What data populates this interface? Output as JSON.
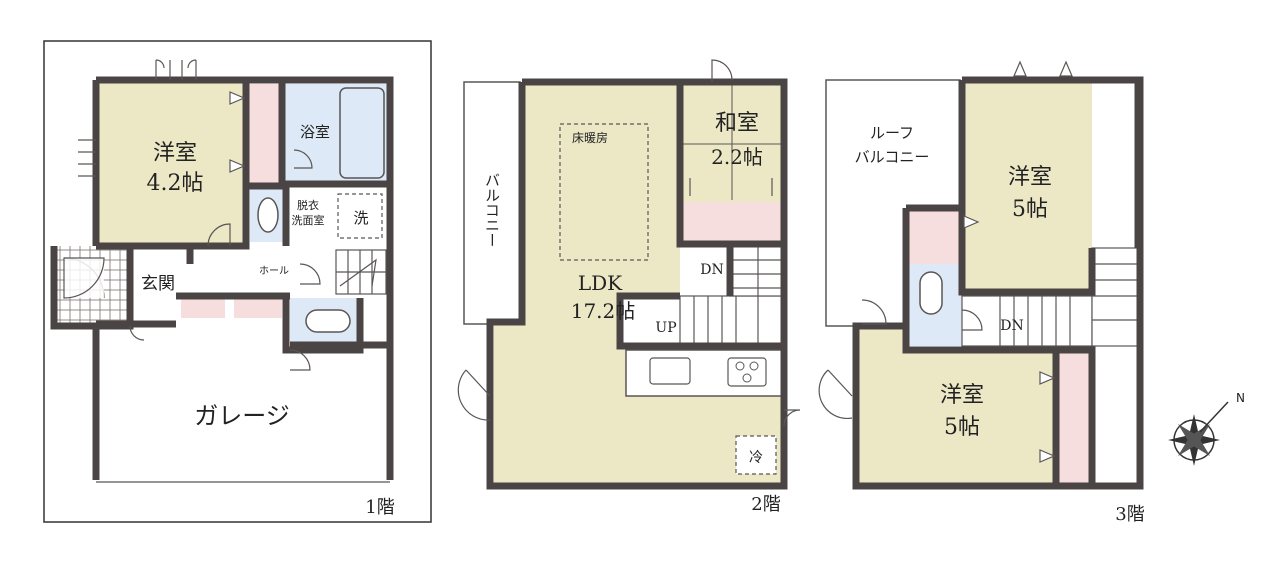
{
  "colors": {
    "wall": "#4a4444",
    "room": "#ece8c6",
    "wet": "#dde9f6",
    "closet": "#f6dede",
    "white": "#ffffff",
    "line": "#5a5656"
  },
  "floors": {
    "f1": {
      "label": "1階",
      "rooms": {
        "western": "洋室",
        "western_size": "4.2帖",
        "bath": "浴室",
        "dressing": "脱衣",
        "washroom": "洗面室",
        "washer": "洗",
        "entrance": "玄関",
        "hall": "ホール",
        "garage": "ガレージ"
      }
    },
    "f2": {
      "label": "2階",
      "rooms": {
        "balcony": "バルコニー",
        "floor_heating": "床暖房",
        "ldk": "LDK",
        "ldk_size": "17.2帖",
        "japanese": "和室",
        "japanese_size": "2.2帖",
        "dn": "DN",
        "up": "UP",
        "fridge": "冷"
      }
    },
    "f3": {
      "label": "3階",
      "rooms": {
        "roof_balcony_1": "ルーフ",
        "roof_balcony_2": "バルコニー",
        "western_a": "洋室",
        "western_a_size": "5帖",
        "western_b": "洋室",
        "western_b_size": "5帖",
        "dn": "DN"
      }
    }
  },
  "compass": {
    "north": "N"
  }
}
